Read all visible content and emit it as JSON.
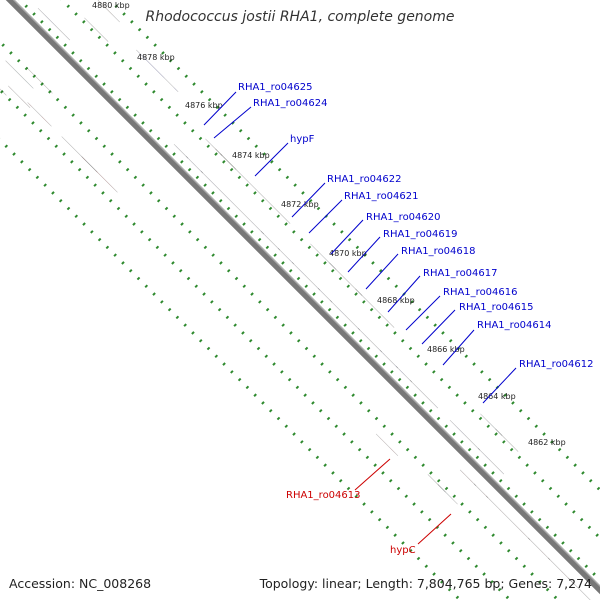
{
  "title": "Rhodococcus jostii RHA1, complete genome",
  "accession": "Accession: NC_008268",
  "topology": "Topology: linear; Length: 7,804,765 bp; Genes: 7,274",
  "colors": {
    "forward_cds": "#0000dd",
    "reverse_cds": "#ee0000",
    "backbone": "#777777",
    "tick_dots": "#2f8a2f",
    "forward_label": "#0000cc",
    "reverse_label": "#cc0000",
    "khaki": "#bdb680",
    "cyan": "#22bfc8",
    "orange": "#f08a10",
    "gray": "#b8b8b8",
    "lime": "#a8e030"
  },
  "ticks": [
    "4880 kbp",
    "4878 kbp",
    "4876 kbp",
    "4874 kbp",
    "4872 kbp",
    "4870 kbp",
    "4868 kbp",
    "4866 kbp",
    "4864 kbp",
    "4862 kbp"
  ],
  "gene_labels": [
    {
      "text": "RHA1_ro04625",
      "strand": "forward"
    },
    {
      "text": "RHA1_ro04624",
      "strand": "forward"
    },
    {
      "text": "hypF",
      "strand": "forward"
    },
    {
      "text": "RHA1_ro04622",
      "strand": "forward"
    },
    {
      "text": "RHA1_ro04621",
      "strand": "forward"
    },
    {
      "text": "RHA1_ro04620",
      "strand": "forward"
    },
    {
      "text": "RHA1_ro04619",
      "strand": "forward"
    },
    {
      "text": "RHA1_ro04618",
      "strand": "forward"
    },
    {
      "text": "RHA1_ro04617",
      "strand": "forward"
    },
    {
      "text": "RHA1_ro04616",
      "strand": "forward"
    },
    {
      "text": "RHA1_ro04615",
      "strand": "forward"
    },
    {
      "text": "RHA1_ro04614",
      "strand": "forward"
    },
    {
      "text": "RHA1_ro04612",
      "strand": "forward"
    },
    {
      "text": "RHA1_ro04613",
      "strand": "reverse"
    },
    {
      "text": "hypC",
      "strand": "reverse"
    }
  ]
}
